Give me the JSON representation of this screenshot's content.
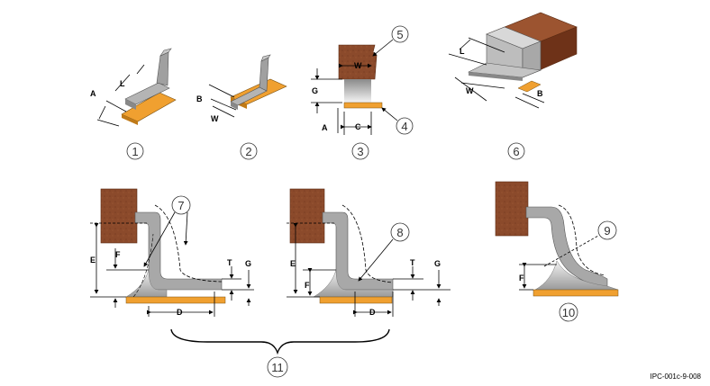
{
  "labels": {
    "L1": "L",
    "A1": "A",
    "B2": "B",
    "W2": "W",
    "W3": "W",
    "G3": "G",
    "A3": "A",
    "C3": "C",
    "L6": "L",
    "W6": "W",
    "B6": "B",
    "E7": "E",
    "F7": "F",
    "T7": "T",
    "G7": "G",
    "D7": "D",
    "E8": "E",
    "F8": "F",
    "T8": "T",
    "G8": "G",
    "D8": "D",
    "F10": "F"
  },
  "callouts": {
    "n1": "1",
    "n2": "2",
    "n3": "3",
    "n4": "4",
    "n5": "5",
    "n6": "6",
    "n7": "7",
    "n8": "8",
    "n9": "9",
    "n10": "10",
    "n11": "11"
  },
  "reference": "IPC-001c-9-008",
  "colors": {
    "body_brown": "#8b4a2b",
    "pad_orange": "#f0a030",
    "lead_gray": "#a8a8a8",
    "solder_gray": "#d0d0d0"
  }
}
